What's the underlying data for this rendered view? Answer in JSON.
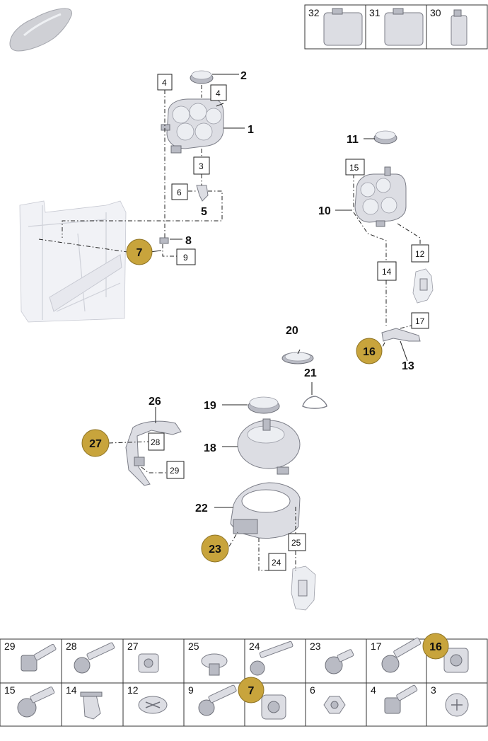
{
  "colors": {
    "badge": "#c8a43c",
    "part": "#dcdde3",
    "line": "#222222"
  },
  "callouts": {
    "c1": "1",
    "c2": "2",
    "c5": "5",
    "c8": "8",
    "c10": "10",
    "c11": "11",
    "c13": "13",
    "c18": "18",
    "c19": "19",
    "c20": "20",
    "c21": "21",
    "c22": "22",
    "c26": "26"
  },
  "boxed_refs": {
    "b4a": "4",
    "b4b": "4",
    "b3": "3",
    "b6": "6",
    "b9": "9",
    "b12": "12",
    "b14": "14",
    "b15": "15",
    "b17": "17",
    "b24": "24",
    "b25": "25",
    "b28": "28",
    "b29": "29"
  },
  "badges": {
    "g7": "7",
    "g16": "16",
    "g23": "23",
    "g27": "27"
  },
  "top_grid": [
    "32",
    "31",
    "30"
  ],
  "bottom_grid": {
    "row1": [
      "29",
      "28",
      "27",
      "25",
      "24",
      "23",
      "17",
      ""
    ],
    "row2": [
      "15",
      "14",
      "12",
      "9",
      "",
      "6",
      "4",
      "3"
    ]
  },
  "grid_badges": {
    "g16b": "16",
    "g7b": "7"
  }
}
